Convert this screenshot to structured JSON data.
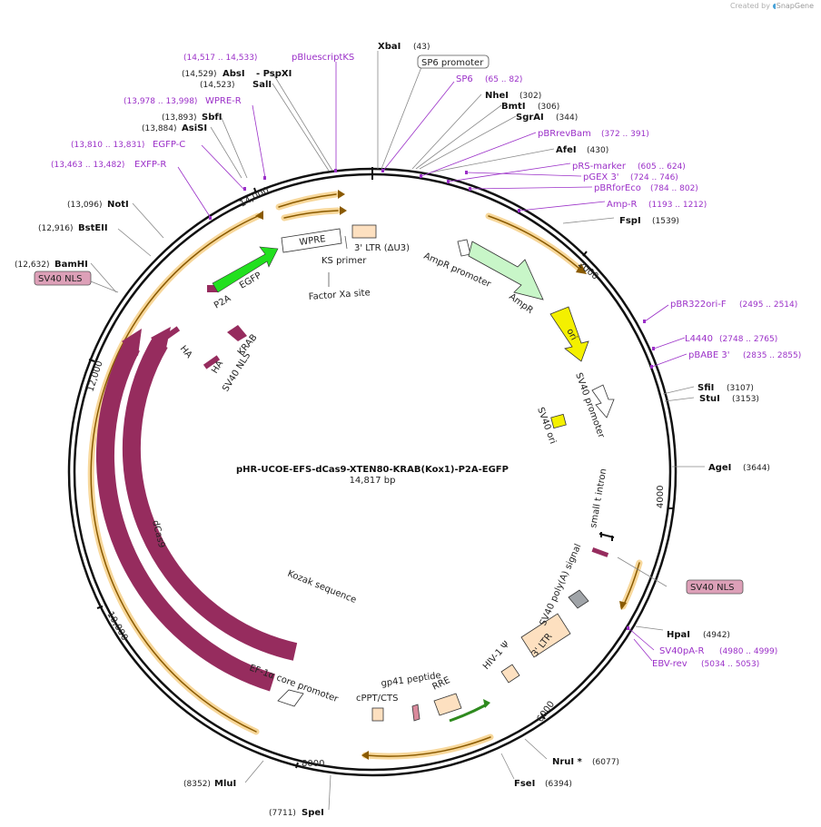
{
  "credit": {
    "prefix": "Created by",
    "brand": "SnapGene"
  },
  "plasmid": {
    "name": "pHR-UCOE-EFS-dCas9-XTEN80-KRAB(Kox1)-P2A-EGFP",
    "size": "14,817 bp"
  },
  "colors": {
    "primer": "#9b30c8",
    "cas9": "#962c5e",
    "egfp": "#22e01f",
    "ampr": "#c8f6c8",
    "ori": "#f4f000",
    "ltr": "#fde0c0",
    "orf": "#f5a623",
    "backbone": "#111111"
  },
  "ticks": [
    {
      "label": "2000"
    },
    {
      "label": "4000"
    },
    {
      "label": "6000"
    },
    {
      "label": "8000"
    },
    {
      "label": "10,000"
    },
    {
      "label": "12,000"
    },
    {
      "label": "14,000"
    }
  ],
  "enzymes": [
    {
      "name": "XbaI",
      "pos": "(43)"
    },
    {
      "name": "NheI",
      "pos": "(302)"
    },
    {
      "name": "BmtI",
      "pos": "(306)"
    },
    {
      "name": "SgrAI",
      "pos": "(344)"
    },
    {
      "name": "AfeI",
      "pos": "(430)"
    },
    {
      "name": "FspI",
      "pos": "(1539)"
    },
    {
      "name": "SfiI",
      "pos": "(3107)"
    },
    {
      "name": "StuI",
      "pos": "(3153)"
    },
    {
      "name": "AgeI",
      "pos": "(3644)"
    },
    {
      "name": "HpaI",
      "pos": "(4942)"
    },
    {
      "name": "NruI *",
      "pos": "(6077)"
    },
    {
      "name": "FseI",
      "pos": "(6394)"
    },
    {
      "name": "SpeI",
      "pos": "(7711)"
    },
    {
      "name": "MluI",
      "pos": "(8352)"
    },
    {
      "name": "BamHI",
      "pos": "(12,632)"
    },
    {
      "name": "BstEII",
      "pos": "(12,916)"
    },
    {
      "name": "NotI",
      "pos": "(13,096)"
    },
    {
      "name": "AsiSI",
      "pos": "(13,884)"
    },
    {
      "name": "SbfI",
      "pos": "(13,893)"
    },
    {
      "name": "SalI",
      "pos": "(14,523)"
    },
    {
      "name": "AbsI",
      "pos": "(14,529)",
      "extra": "- PspXI"
    }
  ],
  "primers": [
    {
      "name": "pBluescriptKS",
      "pos": "(14,517 .. 14,533)"
    },
    {
      "name": "WPRE-R",
      "pos": "(13,978 .. 13,998)"
    },
    {
      "name": "EGFP-C",
      "pos": "(13,810 .. 13,831)"
    },
    {
      "name": "EXFP-R",
      "pos": "(13,463 .. 13,482)"
    },
    {
      "name": "SP6",
      "pos": "(65 .. 82)"
    },
    {
      "name": "pBRrevBam",
      "pos": "(372 .. 391)"
    },
    {
      "name": "pRS-marker",
      "pos": "(605 .. 624)"
    },
    {
      "name": "pGEX 3'",
      "pos": "(724 .. 746)"
    },
    {
      "name": "pBRforEco",
      "pos": "(784 .. 802)"
    },
    {
      "name": "Amp-R",
      "pos": "(1193 .. 1212)"
    },
    {
      "name": "pBR322ori-F",
      "pos": "(2495 .. 2514)"
    },
    {
      "name": "L4440",
      "pos": "(2748 .. 2765)"
    },
    {
      "name": "pBABE 3'",
      "pos": "(2835 .. 2855)"
    },
    {
      "name": "SV40pA-R",
      "pos": "(4980 .. 4999)"
    },
    {
      "name": "EBV-rev",
      "pos": "(5034 .. 5053)"
    }
  ],
  "boxed": {
    "sp6_promoter": "SP6 promoter",
    "sv40nls_left": "SV40 NLS",
    "sv40nls_right": "SV40 NLS"
  },
  "features": {
    "wpre": "WPRE",
    "ltr3": "3' LTR (ΔU3)",
    "ks_primer": "KS primer",
    "factor_xa": "Factor Xa site",
    "egfp": "EGFP",
    "p2a": "P2A",
    "ampr_promoter": "AmpR promoter",
    "ampr": "AmpR",
    "ori": "ori",
    "sv40_promoter": "SV40 promoter",
    "sv40_ori": "SV40 ori",
    "small_t": "small t intron",
    "sv40_polya": "SV40 poly(A) signal",
    "ltr3b": "3' LTR",
    "hiv": "HIV-1 Ψ",
    "rre": "RRE",
    "gp41": "gp41 peptide",
    "cppt": "cPPT/CTS",
    "ef1a": "EF-1α core promoter",
    "kozak": "Kozak sequence",
    "dcas9": "dCas9",
    "cas9": "Cas9",
    "ha1": "HA",
    "ha2": "HA",
    "krab": "KRAB",
    "sv40nls_inner": "SV40 NLS"
  }
}
